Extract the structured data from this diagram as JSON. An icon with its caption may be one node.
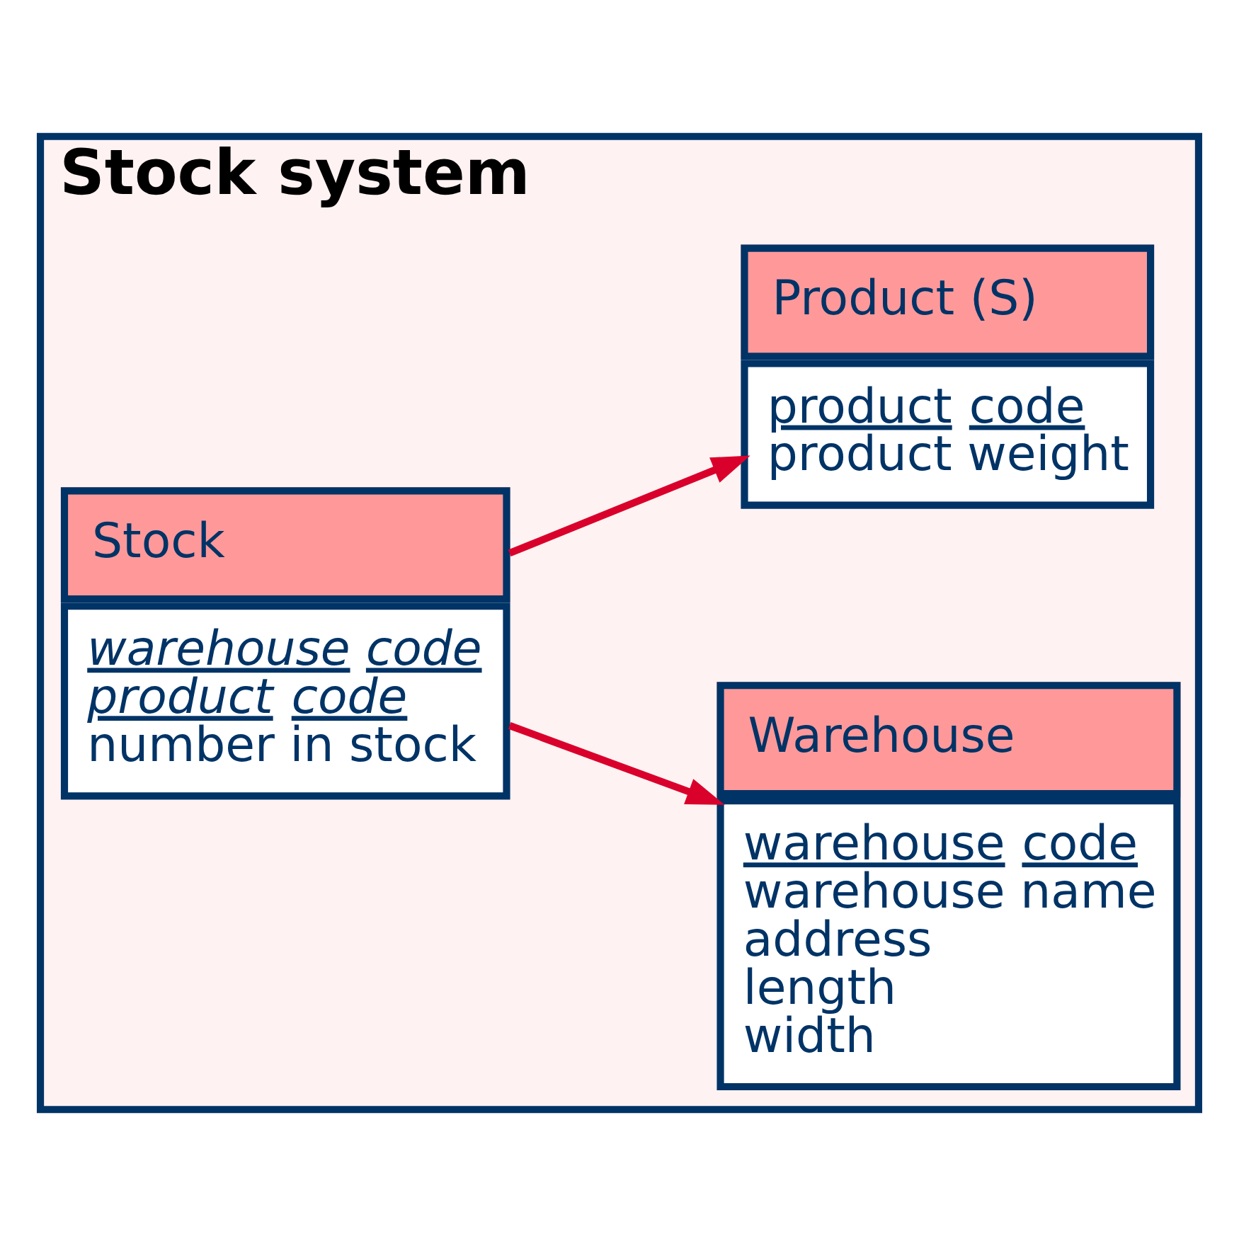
{
  "diagram": {
    "nodes": [
      {
        "text": [
          "Stock system"
        ]
      },
      {
        "text": [
          "Warehouse",
          "warehouse code",
          "warehouse name",
          "address",
          "length",
          "width"
        ],
        "in": 0
      },
      {
        "text": [
          "Stock",
          "warehouse code",
          "product code",
          "number in stock"
        ],
        "in": 0
      },
      {
        "text": [
          "Product (S)",
          "product code",
          "product weight"
        ],
        "in": 0
      }
    ],
    "edges": [
      {
        "from": 2,
        "to": 1,
        "arrow": "to"
      },
      {
        "from": 2,
        "to": 3,
        "arrow": "to"
      }
    ]
  }
}
